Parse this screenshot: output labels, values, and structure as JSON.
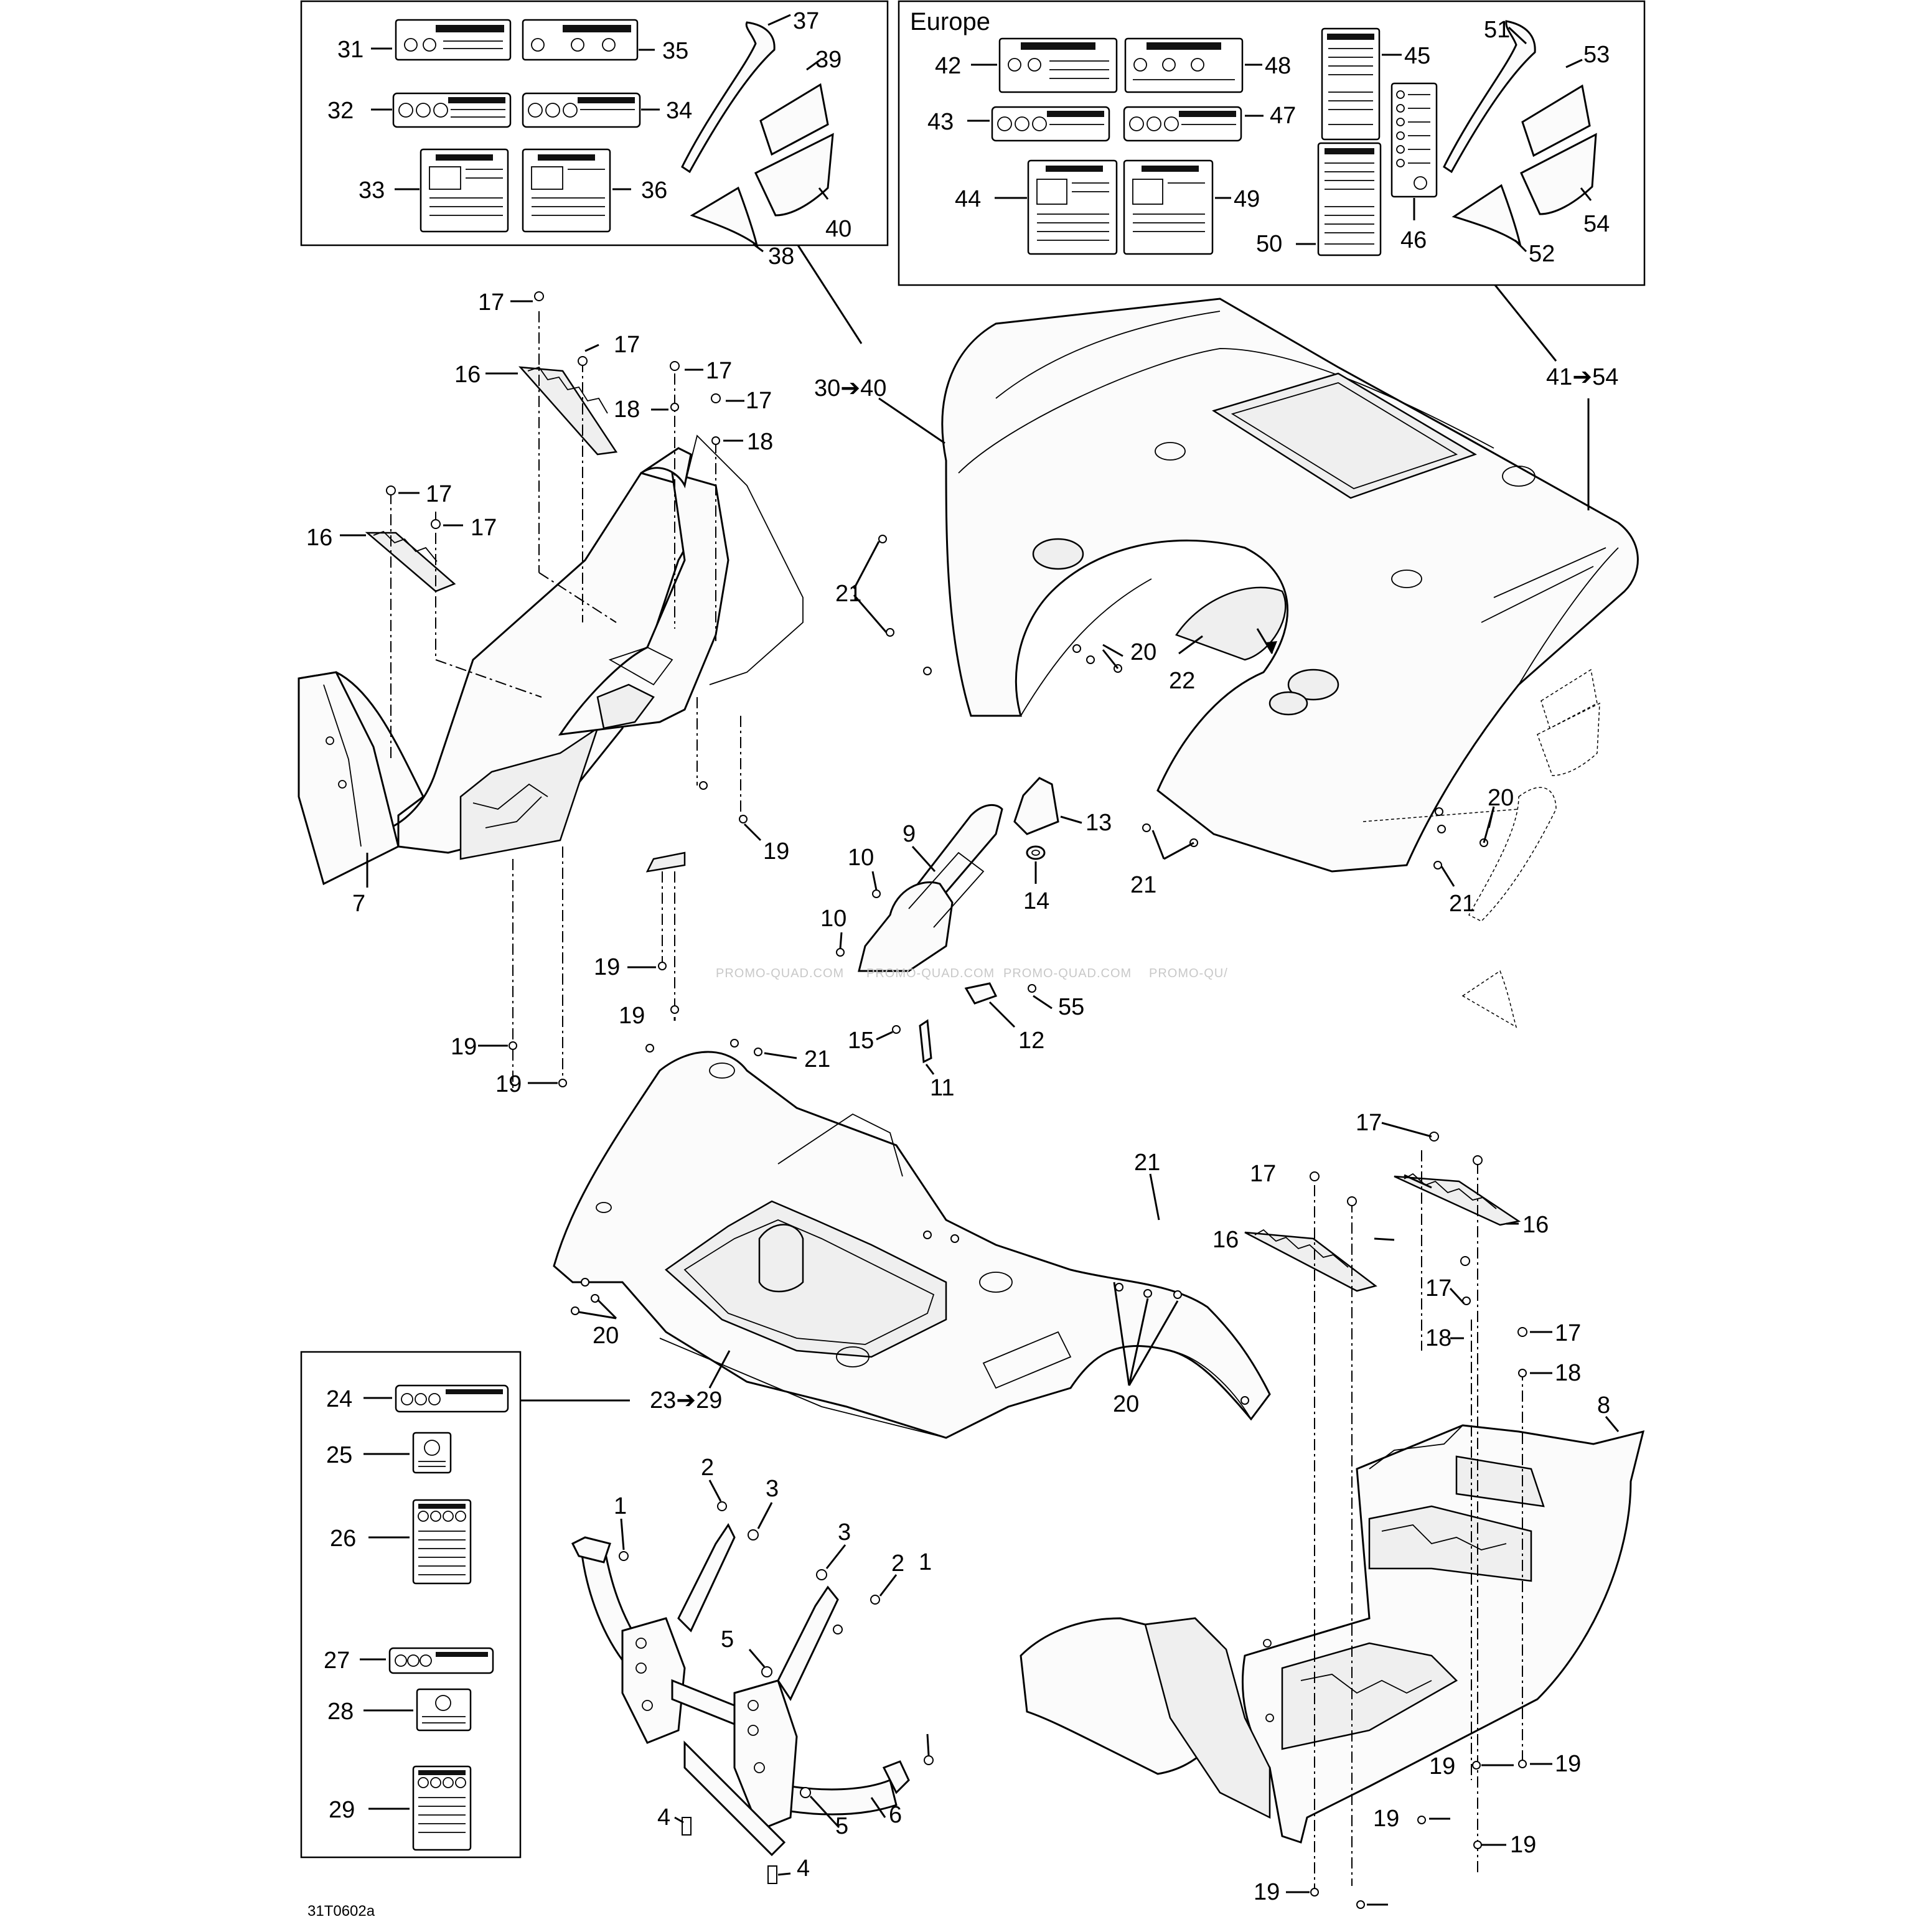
{
  "region_label": "Europe",
  "drawing_ref": "31T0602a",
  "watermarks": [
    "PROMO-QUAD.COM",
    "PROMO-QUAD.COM",
    "PROMO-QUAD.COM",
    "PROMO-QU/"
  ],
  "group_labels": {
    "rear_kit": "30➔40",
    "rear_kit_europe": "41➔54",
    "front_kit": "23➔29"
  },
  "callouts": {
    "c31": "31",
    "c32": "32",
    "c33": "33",
    "c34": "34",
    "c35": "35",
    "c36": "36",
    "c37": "37",
    "c38": "38",
    "c39": "39",
    "c40": "40",
    "c42": "42",
    "c43": "43",
    "c44": "44",
    "c45": "45",
    "c46": "46",
    "c47": "47",
    "c48": "48",
    "c49": "49",
    "c50": "50",
    "c51": "51",
    "c52": "52",
    "c53": "53",
    "c54": "54",
    "c17a": "17",
    "c17b": "17",
    "c17c": "17",
    "c17d": "17",
    "c17e": "17",
    "c17f": "17",
    "c16a": "16",
    "c16b": "16",
    "c18a": "18",
    "c18b": "18",
    "c19a": "19",
    "c19b": "19",
    "c19c": "19",
    "c19d": "19",
    "c7": "7",
    "c21a": "21",
    "c20a": "20",
    "c22": "22",
    "c20b": "20",
    "c21b": "21",
    "c21c": "21",
    "c9": "9",
    "c10a": "10",
    "c10b": "10",
    "c13": "13",
    "c14": "14",
    "c55": "55",
    "c15": "15",
    "c11": "11",
    "c12": "12",
    "c21d": "21",
    "c21e": "21",
    "c20c": "20",
    "c20d": "20",
    "c17g": "17",
    "c17h": "17",
    "c16c": "16",
    "c16d": "16",
    "c17i": "17",
    "c17j": "17",
    "c18c": "18",
    "c18d": "18",
    "c8": "8",
    "c19e": "19",
    "c19f": "19",
    "c19g": "19",
    "c19h": "19",
    "c19i": "19",
    "c19j": "19",
    "c24": "24",
    "c25": "25",
    "c26": "26",
    "c27": "27",
    "c28": "28",
    "c29": "29",
    "c1a": "1",
    "c1b": "1",
    "c2a": "2",
    "c2b": "2",
    "c3a": "3",
    "c3b": "3",
    "c4a": "4",
    "c4b": "4",
    "c5a": "5",
    "c5b": "5",
    "c6": "6"
  }
}
